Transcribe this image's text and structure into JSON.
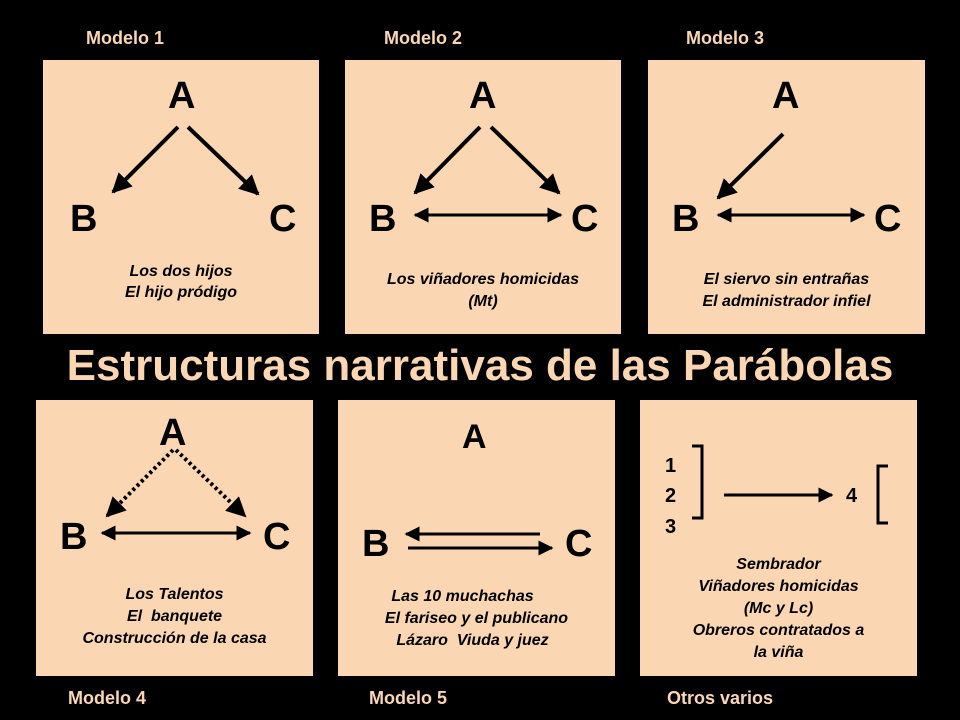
{
  "title": "Estructuras narrativas de las Parábolas",
  "colors": {
    "background": "#000000",
    "panel": "#FAD7B2",
    "ink": "#000000",
    "label": "#FAD7B2"
  },
  "models": [
    {
      "label": "Modelo 1",
      "nodes": [
        "A",
        "B",
        "C"
      ],
      "captions": [
        "Los dos hijos",
        "El hijo pródigo"
      ]
    },
    {
      "label": "Modelo 2",
      "nodes": [
        "A",
        "B",
        "C"
      ],
      "captions": [
        "Los viñadores homicidas",
        "(Mt)"
      ]
    },
    {
      "label": "Modelo 3",
      "nodes": [
        "A",
        "B",
        "C"
      ],
      "captions": [
        "El siervo sin entrañas",
        "El administrador infiel"
      ]
    },
    {
      "label": "Modelo 4",
      "nodes": [
        "A",
        "B",
        "C"
      ],
      "captions": [
        "Los Talentos",
        "El  banquete",
        "Construcción de la casa"
      ]
    },
    {
      "label": "Modelo 5",
      "nodes": [
        "A",
        "B",
        "C"
      ],
      "captions": [
        "Las 10 muchachas",
        "El fariseo y el publicano",
        "Lázaro  Viuda y juez"
      ]
    },
    {
      "label": "Otros varios",
      "numbers": [
        "1",
        "2",
        "3",
        "4"
      ],
      "captions": [
        "Sembrador",
        "Viñadores homicidas",
        "(Mc y Lc)",
        "Obreros contratados a",
        "la viña"
      ]
    }
  ]
}
